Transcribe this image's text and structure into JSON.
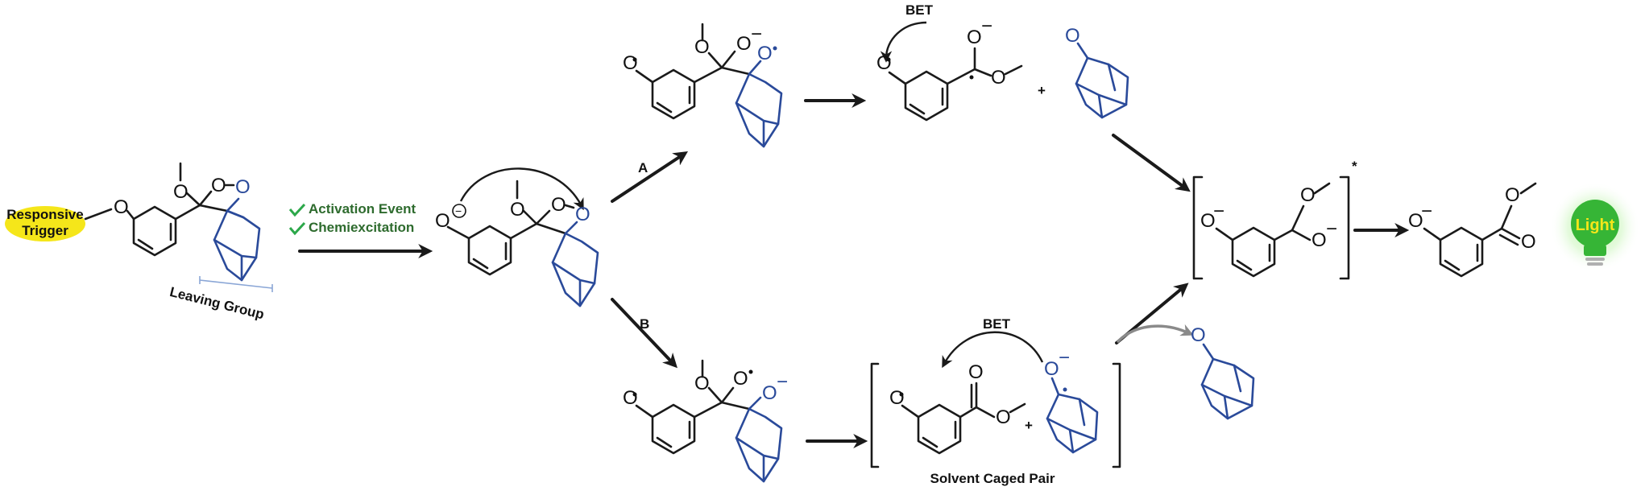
{
  "trigger": {
    "line1": "Responsive",
    "line2": "Trigger"
  },
  "checklist": {
    "item1": "Activation Event",
    "item2": "Chemiexcitation"
  },
  "leaving_group": "Leaving Group",
  "pathways": {
    "a": "A",
    "b": "B"
  },
  "bet_top": "BET",
  "bet_bottom": "BET",
  "plus": "+",
  "solvent_caged_pair": "Solvent Caged Pair",
  "excited_marker": "*",
  "light": "Light",
  "atoms": {
    "oxygen": "O",
    "anion": "−"
  },
  "colors": {
    "ink": "#1a1a1a",
    "adamantane_blue": "#2a4a9a",
    "trigger_yellow": "#f5e61a",
    "checklist_green": "#2e6b2e",
    "bulb_green": "#36b536",
    "side_arrow_gray": "#8a8a8a"
  }
}
